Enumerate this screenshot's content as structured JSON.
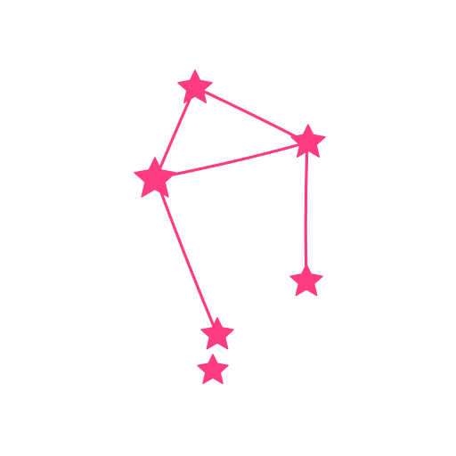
{
  "illustration": {
    "subject": "libra-constellation",
    "colors": {
      "background": "#ffffff",
      "accent": "#ff3c82"
    },
    "star_count": 6,
    "connection_count": 5
  }
}
